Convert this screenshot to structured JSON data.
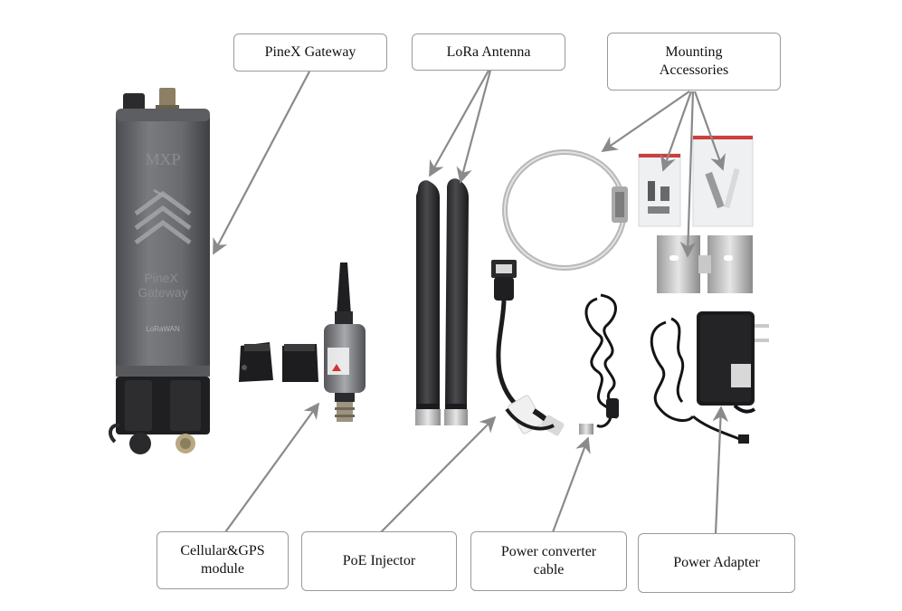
{
  "labels": {
    "pinex_gateway": "PineX Gateway",
    "lora_antenna": "LoRa Antenna",
    "mounting_accessories": "Mounting\nAccessories",
    "cellular_gps": "Cellular&GPS\nmodule",
    "poe_injector": "PoE Injector",
    "power_converter": "Power converter\ncable",
    "power_adapter": "Power Adapter"
  },
  "product_markings": {
    "gateway_logo": "MXP",
    "gateway_name": "PineX\nGateway",
    "gateway_badge": "LoRaWAN"
  },
  "colors": {
    "arrow": "#8a8a8a",
    "label_border": "#9a9a9a",
    "gateway_body": "#6e6f72",
    "dark_part": "#2a2a2c"
  }
}
